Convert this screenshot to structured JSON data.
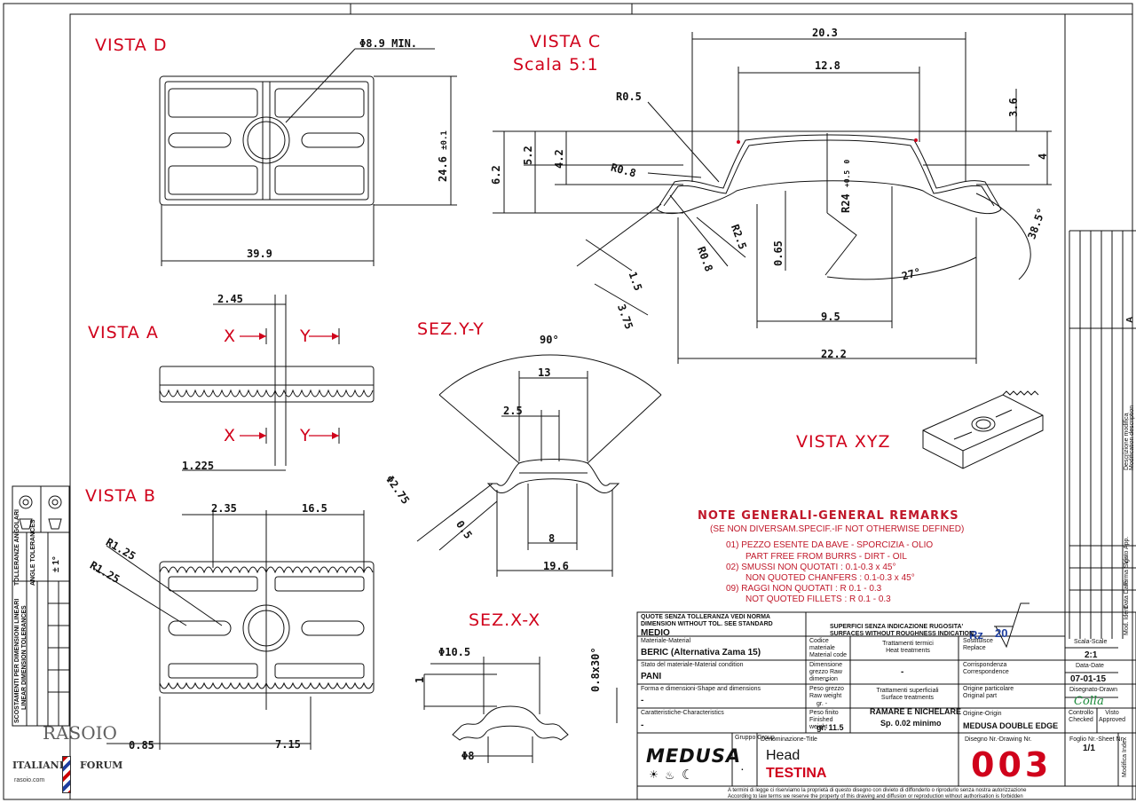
{
  "views": {
    "vista_d": "VISTA D",
    "vista_c": "VISTA C",
    "vista_c_scale": "Scala  5:1",
    "vista_a": "VISTA A",
    "vista_b": "VISTA B",
    "sez_yy": "SEZ.Y-Y",
    "sez_xx": "SEZ.X-X",
    "vista_xyz": "VISTA XYZ",
    "label_x": "X",
    "label_y": "Y"
  },
  "dims": {
    "d_phi89": "Φ8.9 MIN.",
    "d_246": "24.6",
    "d_246_tol": "±0.1",
    "d_399": "39.9",
    "c_203": "20.3",
    "c_128": "12.8",
    "c_r05": "R0.5",
    "c_36": "3.6",
    "c_62": "6.2",
    "c_52": "5.2",
    "c_42": "4.2",
    "c_4": "4",
    "c_r08a": "R0.8",
    "c_r24": "R24",
    "c_r24_tol_up": "+0.5",
    "c_r24_tol_dn": "0",
    "c_385": "38.5°",
    "c_r25": "R2.5",
    "c_065": "0.65",
    "c_r08b": "R0.8",
    "c_15": "1.5",
    "c_375": "3.75",
    "c_27": "27°",
    "c_95": "9.5",
    "c_222": "22.2",
    "a_245": "2.45",
    "a_1225": "1.225",
    "y_90": "90°",
    "y_13": "13",
    "y_25": "2.5",
    "y_phi275": "Φ2.75",
    "y_05": "0.5",
    "y_8": "8",
    "y_196": "19.6",
    "b_235": "2.35",
    "b_165": "16.5",
    "b_r125a": "R1.25",
    "b_r125b": "R1.25",
    "b_085": "0.85",
    "b_715": "7.15",
    "x_phi105": "Φ10.5",
    "x_1": "1",
    "x_08x30": "0.8x30°",
    "x_phi8": "Φ8"
  },
  "notes": {
    "title": "NOTE GENERALI-GENERAL REMARKS",
    "subtitle": "(SE NON DIVERSAM.SPECIF.-IF NOT OTHERWISE DEFINED)",
    "lines": [
      "01) PEZZO ESENTE DA BAVE - SPORCIZIA - OLIO",
      "PART FREE FROM BURRS - DIRT - OIL",
      "02) SMUSSI NON QUOTATI : 0.1-0.3 x 45°",
      "NON QUOTED CHANFERS : 0.1-0.3 x 45°",
      "09) RAGGI NON QUOTATI : R 0.1 - 0.3",
      "NOT QUOTED FILLETS : R 0.1 - 0.3"
    ]
  },
  "roughness": {
    "rz": "Rz",
    "value": "20"
  },
  "title_block": {
    "tol_note": "QUOTE SENZA TOLLERANZA VEDI NORMA",
    "tol_note_en": "DIMENSION WITHOUT TOL. SEE STANDARD",
    "tol_class": "MEDIO",
    "rough_note": "SUPERFICI SENZA INDICAZIONE RUGOSITA'",
    "rough_note_en": "SURFACES WITHOUT ROUGHNESS INDICATION",
    "material_label": "Materiale-Material",
    "material": "BERIC (Alternativa Zama 15)",
    "mat_code_label": "Codice materiale Material code",
    "heat_label": "Trattamenti termici Heat treatments",
    "heat_value": "-",
    "replace_label": "Sostituisce Replace",
    "scale_label": "Scala-Scale",
    "scale": "2:1",
    "condition_label": "Stato del materiale-Material condition",
    "condition": "PANI",
    "raw_dim_label": "Dimensione grezzo Raw dimension",
    "raw_dim": "-",
    "corr_label": "Corrispondenza Correspondence",
    "date_label": "Data-Date",
    "date": "07-01-15",
    "shape_label": "Forma e dimensioni-Shape and dimensions",
    "shape": "-",
    "raw_weight_label": "Peso grezzo Raw weight",
    "raw_weight": "gr. -",
    "surface_label": "Trattamenti superficiali Surface treatments",
    "orig_part_label": "Origine particolare Original part",
    "drawn_label": "Disegnato-Drawn",
    "drawn_sig": "Colla",
    "char_label": "Caratteristiche-Characteristics",
    "char": "-",
    "fin_weight_label": "Peso finito Finished weight",
    "fin_weight": "gr. 11.5",
    "surface": "RAMARE E NICHELARE",
    "surface2": "Sp. 0.02 minimo",
    "origin_label": "Origine-Origin",
    "origin": "MEDUSA DOUBLE EDGE",
    "checked_label": "Controllo Checked",
    "approved_label": "Visto Approved",
    "brand": "MEDUSA",
    "group_label": "Gruppo Group",
    "group": ".",
    "denom_label": "Denominazione-Title",
    "denom_en": "Head",
    "denom_it": "TESTINA",
    "drawing_no_label": "Disegno Nr.-Drawing Nr.",
    "drawing_no": "003",
    "sheet_label": "Foglio Nr.-Sheet Nr.",
    "sheet": "1/1",
    "mod_label": "Modifica Index",
    "legal1": "A termini di legge ci riserviamo la proprietà di questo disegno con divieto di diffonderlo o riprodurlo senza nostra autorizzazione",
    "legal2": "According to law terms we reserve the property of this drawing and diffusion or reproduction without authorisation is forbidden"
  },
  "left_table": {
    "title": "SCOSTAMENTI PER DIMENSIONI LINEARI",
    "title2": "LINEAR DIMENSION TOLERANCES",
    "ang_title": "TOLLERANZE ANGOLARI",
    "ang_title2": "ANGLE TOLERANCES",
    "ang_value": "± 1°"
  },
  "right_strip": {
    "desc": "Descrizione modifica",
    "desc_en": "Modification description",
    "rev": "A",
    "firma": "Firma Sign",
    "visto": "Visto App.",
    "data": "Data Date",
    "mod": "Mod. Ident"
  },
  "watermark": {
    "top": "RASOIO",
    "left": "ITALIANI",
    "right": "FORUM",
    "site": "rasoio.com"
  }
}
